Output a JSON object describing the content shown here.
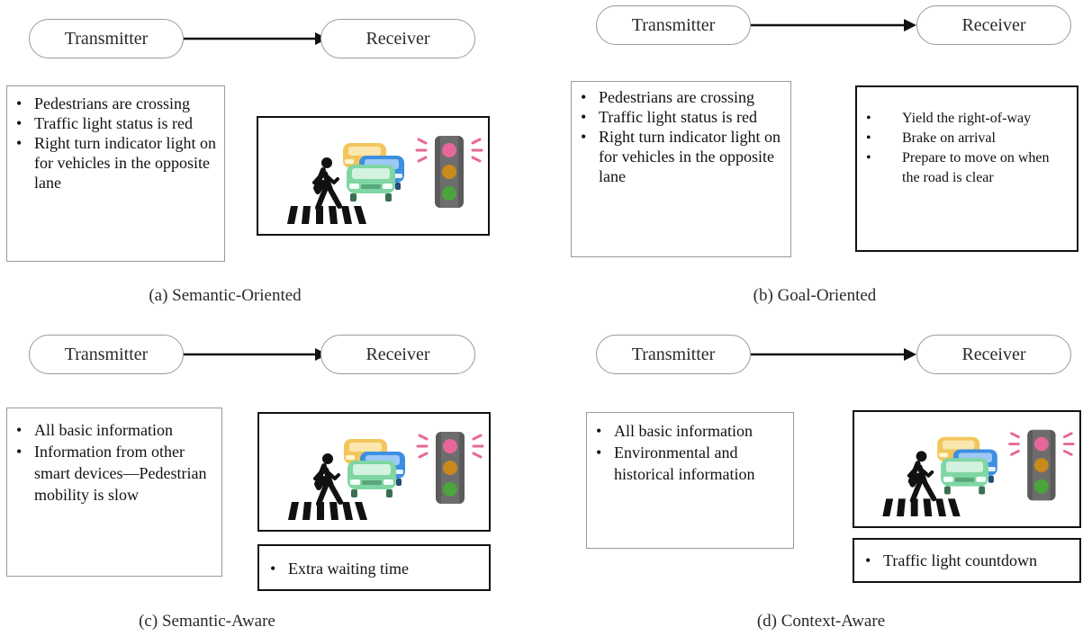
{
  "panels": {
    "a": {
      "transmitter": "Transmitter",
      "receiver": "Receiver",
      "info": [
        "Pedestrians are crossing",
        "Traffic light status is red",
        "Right turn indicator light on for vehicles in the opposite lane"
      ],
      "caption": "(a) Semantic-Oriented"
    },
    "b": {
      "transmitter": "Transmitter",
      "receiver": "Receiver",
      "info": [
        "Pedestrians are crossing",
        "Traffic light status is red",
        "Right turn indicator light on for vehicles in the opposite lane"
      ],
      "actions": [
        "Yield the right-of-way",
        "Brake on arrival",
        "Prepare to move on when the road is clear"
      ],
      "caption": "(b) Goal-Oriented"
    },
    "c": {
      "transmitter": "Transmitter",
      "receiver": "Receiver",
      "info": [
        "All basic information",
        "Information from other smart devices—Pedestrian mobility is slow"
      ],
      "extra": "Extra waiting time",
      "caption": "(c) Semantic-Aware"
    },
    "d": {
      "transmitter": "Transmitter",
      "receiver": "Receiver",
      "info": [
        "All basic information",
        "Environmental and historical information"
      ],
      "extra": "Traffic light countdown",
      "caption": "(d) Context-Aware"
    }
  },
  "colors": {
    "box_border": "#9a9a9a",
    "light_red": "#e8679a",
    "light_amber": "#c98a1c",
    "light_green": "#4aa63a",
    "car_yellow": "#f2c65c",
    "car_blue": "#3d8fe0",
    "car_green": "#7fd6a3"
  }
}
